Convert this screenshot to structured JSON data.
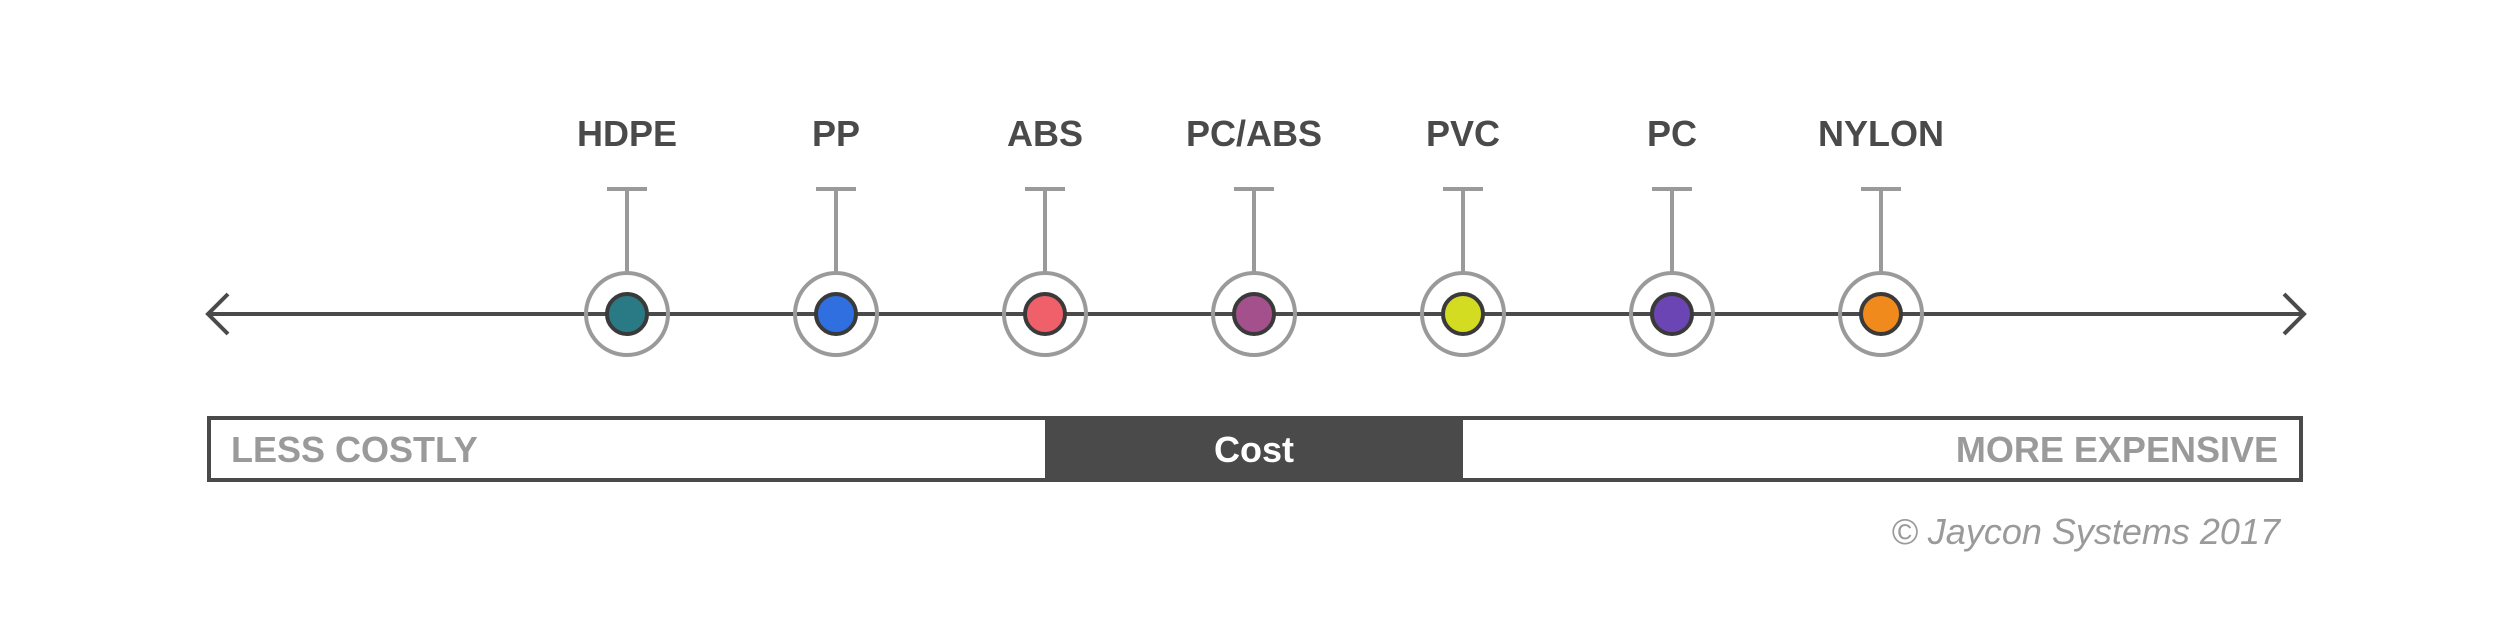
{
  "materials": [
    {
      "name": "HDPE",
      "color": "#2a7a85"
    },
    {
      "name": "PP",
      "color": "#2f6fe0"
    },
    {
      "name": "ABS",
      "color": "#f0606a"
    },
    {
      "name": "PC/ABS",
      "color": "#a4508c"
    },
    {
      "name": "PVC",
      "color": "#d4dc22"
    },
    {
      "name": "PC",
      "color": "#6c45b5"
    },
    {
      "name": "NYLON",
      "color": "#f08a1c"
    }
  ],
  "scale": {
    "left_label": "LESS COSTLY",
    "center_label": "Cost",
    "right_label": "MORE EXPENSIVE"
  },
  "copyright": "© Jaycon Systems 2017",
  "colors": {
    "axis": "#4a4a4a",
    "stem": "#9a9a9a",
    "ring": "#9a9a9a",
    "center_fill": "#4a4a4a",
    "box_border": "#4a4a4a",
    "muted_text": "#9a9a9a"
  }
}
